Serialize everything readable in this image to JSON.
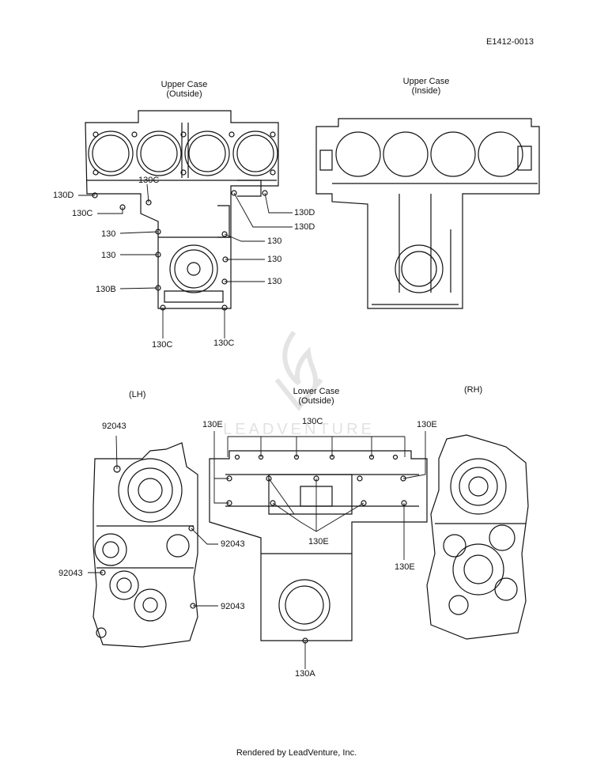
{
  "figure_id": "E1412-0013",
  "views": {
    "upper_outside_line1": "Upper Case",
    "upper_outside_line2": "(Outside)",
    "upper_inside_line1": "Upper Case",
    "upper_inside_line2": "(Inside)",
    "lh": "(LH)",
    "lower_outside_line1": "Lower Case",
    "lower_outside_line2": "(Outside)",
    "rh": "(RH)"
  },
  "callouts_upper": {
    "c130D_left": "130D",
    "c130C_top": "130C",
    "c130C_left": "130C",
    "c130_a": "130",
    "c130_b": "130",
    "c130B": "130B",
    "c130D_r1": "130D",
    "c130D_r2": "130D",
    "c130_r1": "130",
    "c130_r2": "130",
    "c130_r3": "130",
    "c130C_bl": "130C",
    "c130C_br": "130C"
  },
  "callouts_lower": {
    "p92043_top": "92043",
    "p92043_mid": "92043",
    "p92043_left": "92043",
    "p92043_bot": "92043",
    "c130E_left": "130E",
    "c130C_top": "130C",
    "c130E_right": "130E",
    "c130E_center": "130E",
    "c130E_rside": "130E",
    "c130A": "130A"
  },
  "watermark": "LEADVENTURE",
  "footer": "Rendered by LeadVenture, Inc."
}
